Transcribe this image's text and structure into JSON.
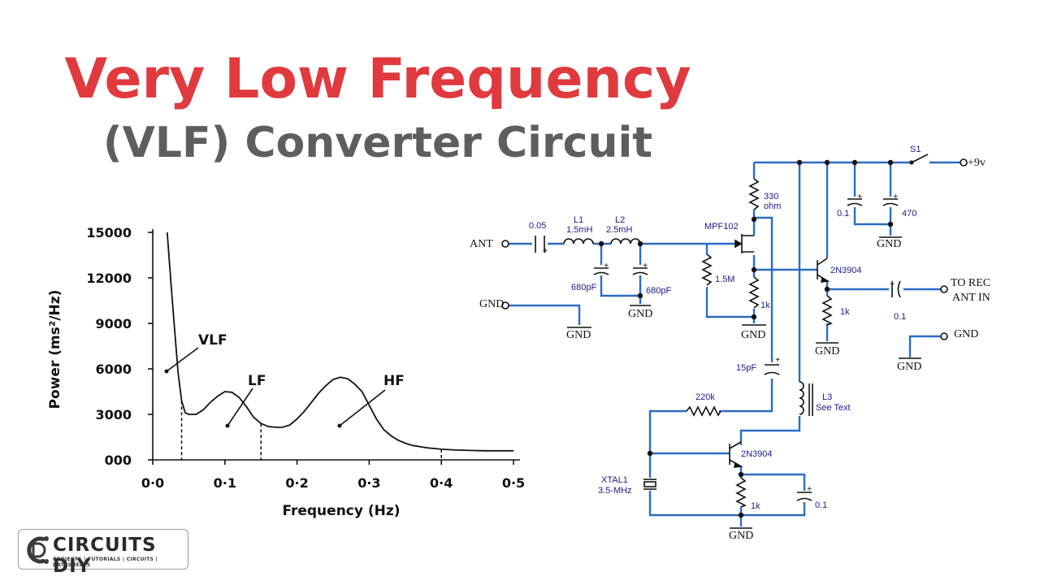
{
  "title": {
    "line1": "Very Low Frequency",
    "line2": "(VLF) Converter Circuit"
  },
  "colors": {
    "title_red": "#e03a3e",
    "title_gray": "#5e5e5e",
    "wire_blue": "#2a6cc4",
    "label_blue": "#1a1a8c"
  },
  "chart_data": {
    "type": "line",
    "xlabel": "Frequency (Hz)",
    "ylabel": "Power (ms²/Hz)",
    "xlim": [
      0,
      0.5
    ],
    "ylim": [
      0,
      15000
    ],
    "x_ticks": [
      "0·0",
      "0·1",
      "0·2",
      "0·3",
      "0·4",
      "0·5"
    ],
    "y_ticks": [
      "000",
      "3000",
      "6000",
      "9000",
      "12000",
      "15000"
    ],
    "grid": false,
    "annotations": [
      "VLF",
      "LF",
      "HF"
    ],
    "band_boundaries": [
      0.04,
      0.15,
      0.4
    ],
    "series": [
      {
        "x": [
          0.02,
          0.025,
          0.03,
          0.035,
          0.04,
          0.045,
          0.05,
          0.06,
          0.07,
          0.08,
          0.09,
          0.1,
          0.11,
          0.12,
          0.13,
          0.14,
          0.15,
          0.16,
          0.17,
          0.18,
          0.19,
          0.2,
          0.21,
          0.22,
          0.23,
          0.24,
          0.25,
          0.26,
          0.27,
          0.28,
          0.29,
          0.3,
          0.31,
          0.32,
          0.33,
          0.34,
          0.35,
          0.36,
          0.38,
          0.4,
          0.42,
          0.44,
          0.46,
          0.48,
          0.5
        ],
        "y": [
          15000,
          11800,
          8800,
          5800,
          3900,
          3100,
          3000,
          3000,
          3300,
          3800,
          4200,
          4500,
          4450,
          4100,
          3500,
          2800,
          2400,
          2200,
          2150,
          2150,
          2300,
          2700,
          3200,
          3800,
          4400,
          4900,
          5300,
          5450,
          5350,
          5000,
          4500,
          3600,
          2700,
          2000,
          1600,
          1300,
          1100,
          950,
          800,
          700,
          650,
          620,
          600,
          600,
          600
        ]
      }
    ]
  },
  "circuit": {
    "labels": {
      "ant": "ANT",
      "gnd": "GND",
      "c_in": "0.05",
      "l1": "L1",
      "l1_val": "1.5mH",
      "l2": "L2",
      "l2_val": "2.5mH",
      "c680a": "680pF",
      "c680b": "680pF",
      "r15m": "1.5M",
      "fet": "MPF102",
      "r330": "330",
      "ohm": "ohm",
      "r1k_a": "1k",
      "q1": "2N3904",
      "r1k_b": "1k",
      "c_out": "0.1",
      "to_rec": "TO REC",
      "ant_in": "ANT IN",
      "s1": "S1",
      "v9": "+9v",
      "c01": "0.1",
      "c470": "470",
      "c15p": "15pF",
      "l3": "L3",
      "see_text": "See Text",
      "r220k": "220k",
      "q2": "2N3904",
      "xtal": "XTAL1",
      "xtal_val": "3.5-MHz",
      "r1k_c": "1k",
      "c01b": "0.1"
    }
  },
  "logo": {
    "name": "CIRCUITS DIY",
    "tagline": "PROJECTS | TUTORIALS | CIRCUITS | DATASHEETS"
  }
}
